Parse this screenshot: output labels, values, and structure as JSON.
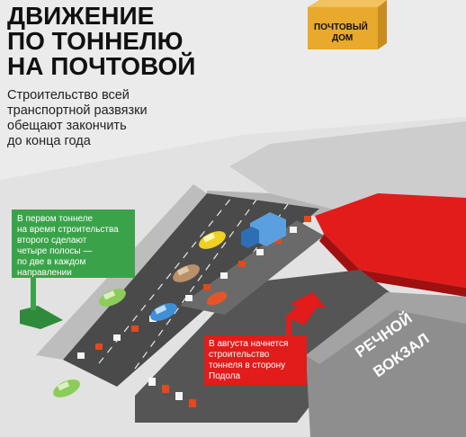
{
  "headline": {
    "lines": [
      "ДВИЖЕНИЕ",
      "ПО ТОННЕЛЮ",
      "НА ПОЧТОВОЙ"
    ]
  },
  "subtitle": {
    "lines": [
      "Строительство всей",
      "транспортной развязки",
      "обещают закончить",
      "до конца года"
    ]
  },
  "buildings": {
    "post_office": {
      "lines": [
        "ПОЧТОВЫЙ",
        "ДОМ"
      ]
    },
    "river_station": {
      "lines": [
        "РЕЧНОЙ",
        "ВОКЗАЛ"
      ]
    }
  },
  "callouts": {
    "green": {
      "lines": [
        "В первом тоннеле",
        "на время строительства",
        "второго сделают",
        "четыре полосы —",
        "по две в каждом",
        "направлении"
      ]
    },
    "red": {
      "lines": [
        "В августа начнется",
        "строительство",
        "тоннеля в сторону",
        "Подола"
      ]
    }
  },
  "colors": {
    "accent_red": "#e21b1b",
    "accent_green": "#3aa34a",
    "road": "#4a4a4a",
    "concrete": "#c9c9c9",
    "post_office_yellow": "#e8a92c",
    "background": "#ebebeb"
  },
  "icons": [
    "car-icon",
    "truck-icon",
    "barrier-icon",
    "arrow-icon"
  ]
}
